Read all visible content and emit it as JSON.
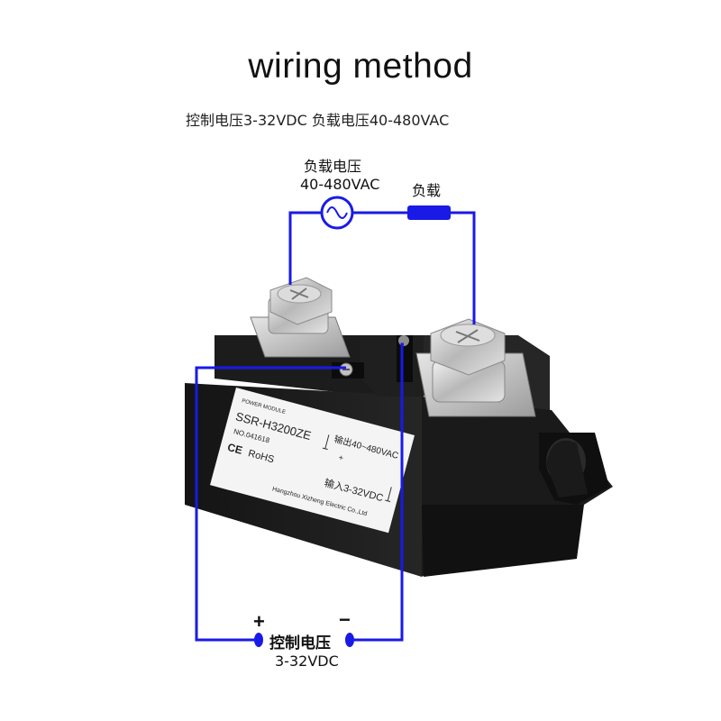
{
  "title": "wiring method",
  "subtitle": "控制电压3-32VDC 负载电压40-480VAC",
  "load_voltage": {
    "label": "负载电压",
    "value": "40-480VAC"
  },
  "load": {
    "label": "负载"
  },
  "control_voltage": {
    "label": "控制电压",
    "value": "3-32VDC",
    "plus": "+",
    "minus": "−"
  },
  "module_label": {
    "small_header": "POWER MODULE",
    "model": "SSR-H3200ZE",
    "number": "NO.041618",
    "ce": "CE",
    "rohs": "RoHS",
    "output_text": "输出40~480VAC",
    "input_text": "输入3-32VDC",
    "plus_minus": "+",
    "manufacturer": "Hangzhou Xizheng Electric Co.,Ltd"
  },
  "colors": {
    "wire": "#1a1ae6",
    "body": "#1b1b1b",
    "terminal": "#c9c9c9"
  }
}
